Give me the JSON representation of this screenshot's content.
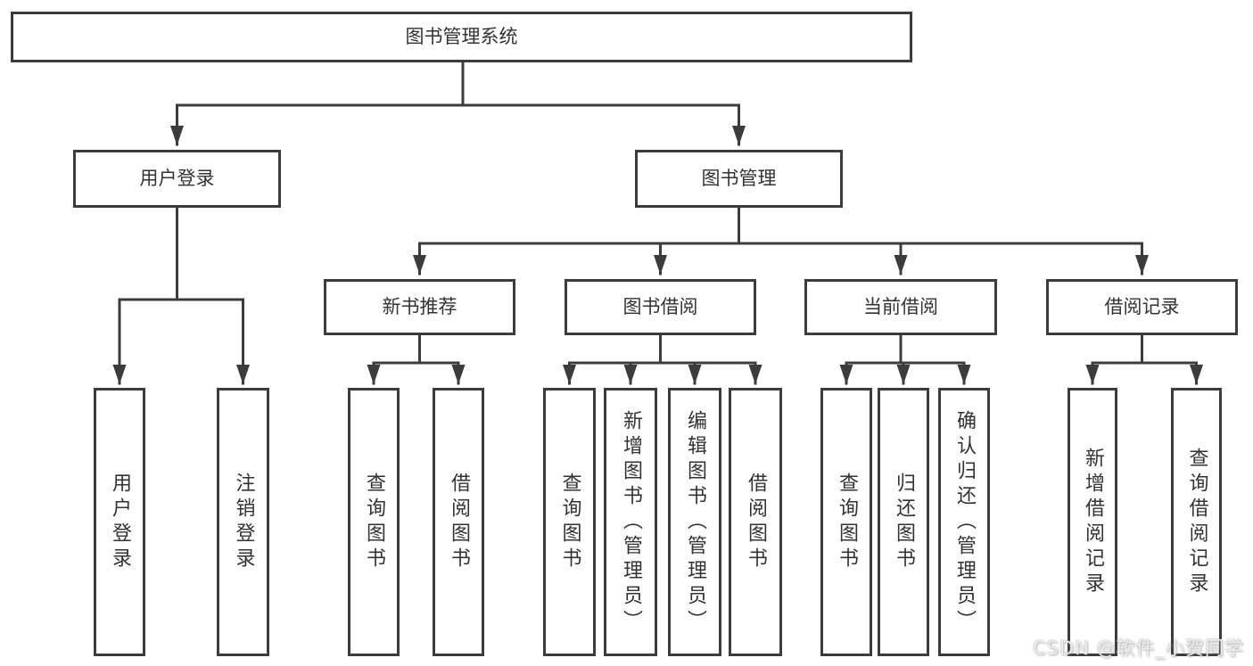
{
  "diagram": {
    "title": "图书管理系统",
    "level2": {
      "user_login": "用户登录",
      "book_mgmt": "图书管理"
    },
    "level3": {
      "new_books": "新书推荐",
      "book_borrow": "图书借阅",
      "current_borrow": "当前借阅",
      "borrow_records": "借阅记录"
    },
    "leaves": {
      "user_login": [
        "用户登录",
        "注销登录"
      ],
      "new_books": [
        "查询图书",
        "借阅图书"
      ],
      "book_borrow": [
        "查询图书",
        "新增图书（管理员）",
        "编辑图书（管理员）",
        "借阅图书"
      ],
      "current_borrow": [
        "查询图书",
        "归还图书",
        "确认归还（管理员）"
      ],
      "borrow_records": [
        "新增借阅记录",
        "查询借阅记录"
      ]
    }
  },
  "watermark": "CSDN @软件_小贺同学",
  "colors": {
    "line": "#3c3c3c",
    "box_border": "#3c3c3c",
    "text": "#333333",
    "background": "#ffffff",
    "watermark_text": "#ececec"
  }
}
